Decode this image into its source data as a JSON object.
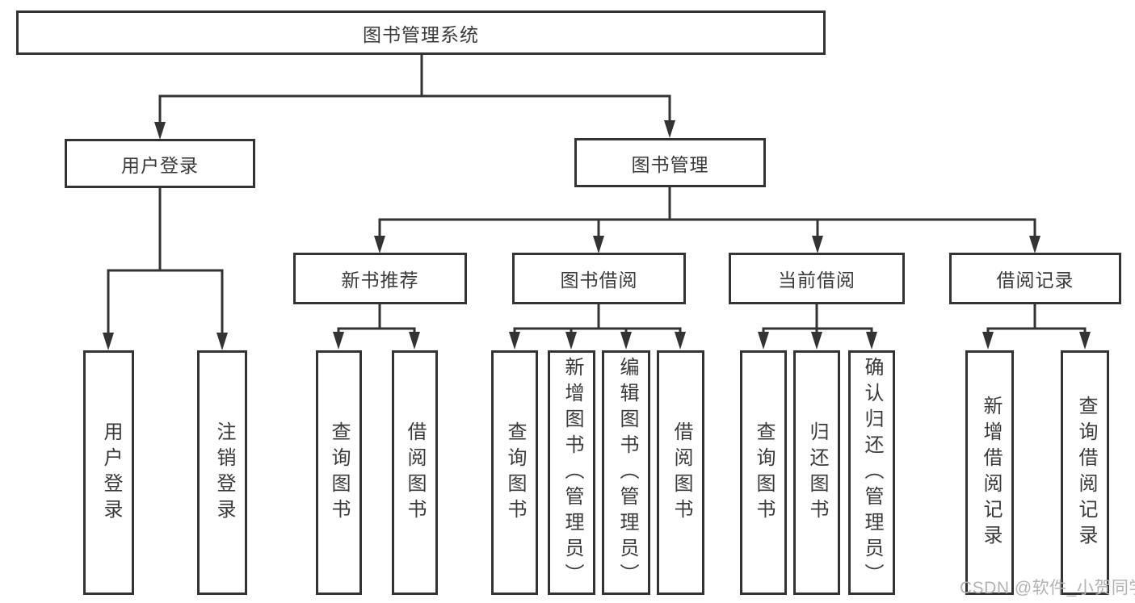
{
  "diagram": {
    "root": "图书管理系统",
    "level1": [
      {
        "label": "用户登录"
      },
      {
        "label": "图书管理"
      }
    ],
    "level2": [
      {
        "label": "新书推荐"
      },
      {
        "label": "图书借阅"
      },
      {
        "label": "当前借阅"
      },
      {
        "label": "借阅记录"
      }
    ],
    "leaves": {
      "user_login": [
        "用户登录",
        "注销登录"
      ],
      "new_books": [
        "查询图书",
        "借阅图书"
      ],
      "book_borrowing": [
        "查询图书",
        "新增图书（管理员）",
        "编辑图书（管理员）",
        "借阅图书"
      ],
      "current_borrowing": [
        "查询图书",
        "归还图书",
        "确认归还（管理员）"
      ],
      "borrowing_records": [
        "新增借阅记录",
        "查询借阅记录"
      ]
    },
    "line_color": "#333333"
  },
  "watermark": "CSDN @软件_小贺同学"
}
